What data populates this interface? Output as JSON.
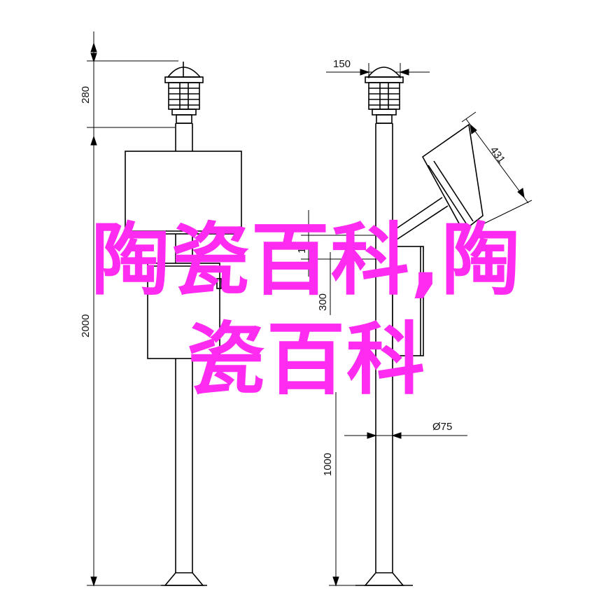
{
  "dimensions": {
    "top_height": "280",
    "total_height": "2000",
    "cap_width": "150",
    "panel_length": "431",
    "small_offset": "10",
    "box_offset": "300",
    "pole_diameter": "Ø75",
    "lower_height": "1000"
  },
  "overlay": {
    "line1": "陶瓷百科,陶",
    "line2": "瓷百科"
  },
  "colors": {
    "line": "#000000",
    "overlay_text": "#ff2bf0",
    "background": "#ffffff"
  }
}
